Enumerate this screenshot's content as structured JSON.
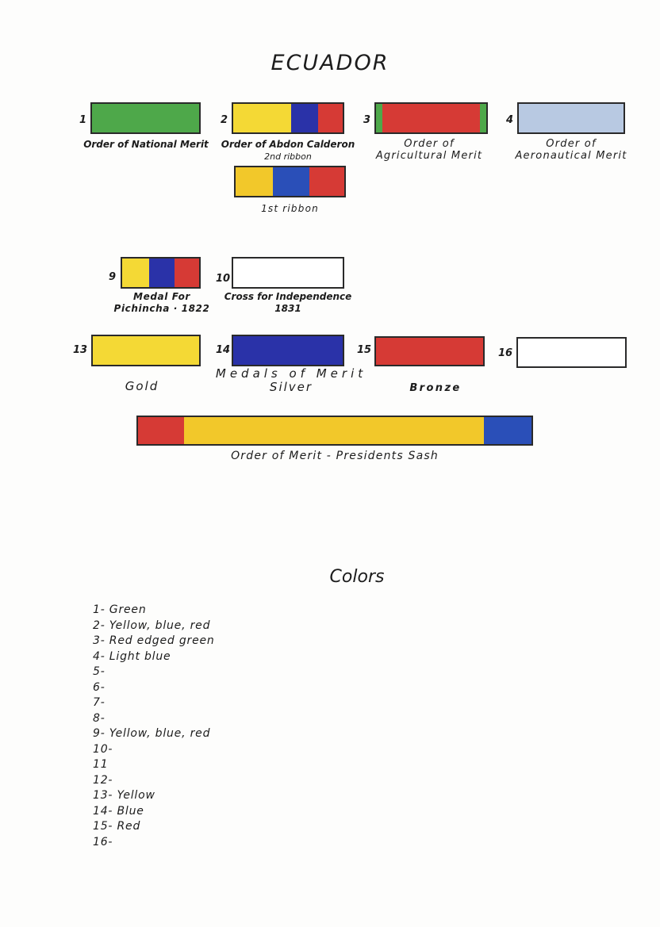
{
  "page": {
    "title": "ECUADOR"
  },
  "colors_ref": {
    "green": "#4ea84a",
    "yellow": "#f4d935",
    "blue": "#2a32a8",
    "red": "#d63a35",
    "light_blue": "#b8c9e2",
    "white": "#ffffff",
    "gold_yellow": "#f2c82a"
  },
  "ribbons": {
    "r1": {
      "number": "1",
      "caption": "Order of National Merit"
    },
    "r2": {
      "number": "2",
      "caption": "Order of Abdon Calderon",
      "subcaption": "2nd ribbon"
    },
    "r2b": {
      "caption": "1st ribbon"
    },
    "r3": {
      "number": "3",
      "caption_line1": "Order of",
      "caption_line2": "Agricultural Merit"
    },
    "r4": {
      "number": "4",
      "caption_line1": "Order of",
      "caption_line2": "Aeronautical Merit"
    },
    "r9": {
      "number": "9",
      "caption_line1": "Medal For",
      "caption_line2": "Pichincha · 1822"
    },
    "r10": {
      "number": "10",
      "caption_line1": "Cross for Independence",
      "caption_line2": "1831"
    },
    "r13": {
      "number": "13",
      "caption": "Gold"
    },
    "r14": {
      "number": "14",
      "caption_line1": "Medals of Merit",
      "caption_line2": "Silver"
    },
    "r15": {
      "number": "15",
      "caption": "Bronze"
    },
    "r16": {
      "number": "16"
    },
    "sash": {
      "caption": "Order of Merit - Presidents Sash"
    }
  },
  "colors_section": {
    "title": "Colors",
    "items": [
      "1- Green",
      "2- Yellow, blue, red",
      "3- Red edged green",
      "4- Light blue",
      "5-",
      "6-",
      "7-",
      "8-",
      "9- Yellow, blue, red",
      "10-",
      "11",
      "12-",
      "13- Yellow",
      "14- Blue",
      "15- Red",
      "16-"
    ]
  }
}
